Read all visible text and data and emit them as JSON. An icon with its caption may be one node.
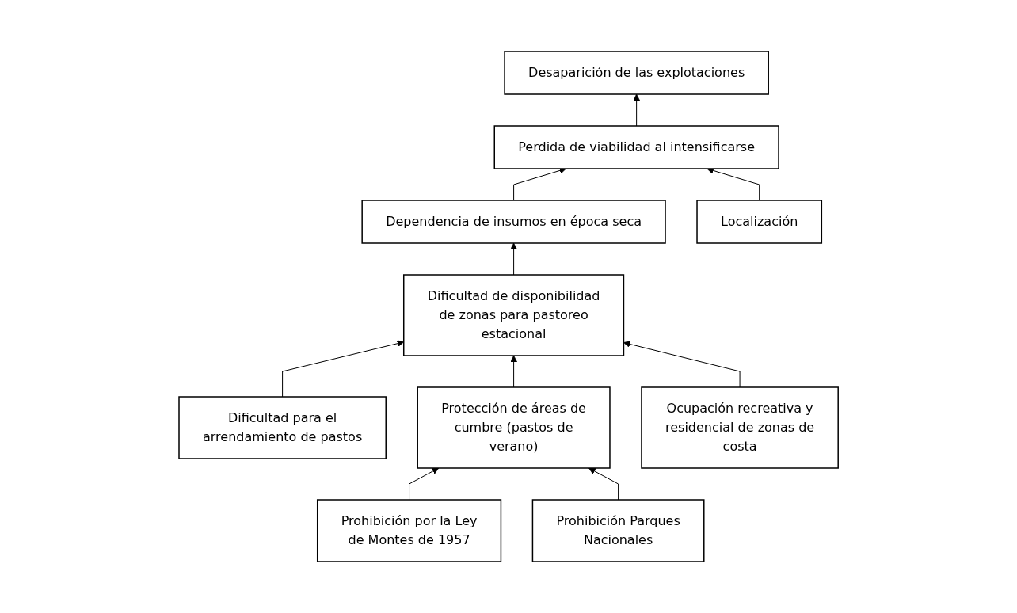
{
  "diagram": {
    "nodes": [
      {
        "text": [
          "Desaparición de las explotaciones"
        ]
      },
      {
        "text": [
          "Perdida de viabilidad al intensificarse"
        ]
      },
      {
        "text": [
          "Dependencia de insumos en época seca"
        ]
      },
      {
        "text": [
          "Localización"
        ]
      },
      {
        "text": [
          "Dificultad de disponibilidad de zonas para pastoreo estacional"
        ]
      },
      {
        "text": [
          "Dificultad para el arrendamiento de pastos"
        ]
      },
      {
        "text": [
          "Protección de áreas de cumbre (pastos de verano)"
        ]
      },
      {
        "text": [
          "Ocupación recreativa y residencial de zonas de costa"
        ]
      },
      {
        "text": [
          "Prohibición por la Ley de Montes de 1957"
        ]
      },
      {
        "text": [
          "Prohibición Parques Nacionales"
        ]
      }
    ],
    "edges": [
      {
        "from": 1,
        "to": 0,
        "arrow": "to"
      },
      {
        "from": 2,
        "to": 1,
        "arrow": "to"
      },
      {
        "from": 3,
        "to": 1,
        "arrow": "to"
      },
      {
        "from": 4,
        "to": 2,
        "arrow": "to"
      },
      {
        "from": 5,
        "to": 4,
        "arrow": "to"
      },
      {
        "from": 6,
        "to": 4,
        "arrow": "to"
      },
      {
        "from": 7,
        "to": 4,
        "arrow": "to"
      },
      {
        "from": 8,
        "to": 6,
        "arrow": "to"
      },
      {
        "from": 9,
        "to": 6,
        "arrow": "to"
      }
    ]
  }
}
